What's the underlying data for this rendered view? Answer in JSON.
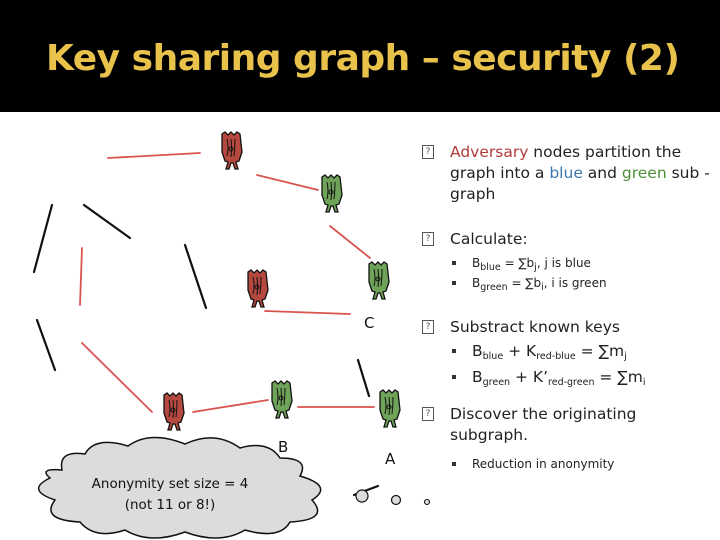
{
  "title": "Key sharing graph – security (2)",
  "colors": {
    "title": "#e8c24a",
    "adversary": "#b23a3a",
    "blue": "#3c79b0",
    "green": "#4f8f3a",
    "edge": "#d9534f"
  },
  "bullets": {
    "b1": {
      "adversary_word": "Adversary",
      "text_a": " nodes partition the graph into a ",
      "blue_word": "blue",
      "text_b": " and ",
      "green_word": "green",
      "text_c": " sub -graph"
    },
    "b2": {
      "text": "Calculate:"
    },
    "b2_1": {
      "b": "B",
      "sub": "blue",
      "rest": " = ∑b",
      "sub2": "j",
      "tail": ", j is blue"
    },
    "b2_2": {
      "b": "B",
      "sub": "green",
      "rest": " = ∑b",
      "sub2": "i",
      "tail": ", i is green"
    },
    "b3": {
      "text": "Substract known keys"
    },
    "b3_1": {
      "b": "B",
      "sub": "blue",
      "plus": " + K",
      "sub2": "red-blue",
      "rest": " = ∑m",
      "sub3": "j"
    },
    "b3_2": {
      "b": "B",
      "sub": "green",
      "plus": " + K’",
      "sub2": "red-green",
      "rest": " = ∑m",
      "sub3": "i"
    },
    "b4": {
      "text": "Discover the originating subgraph."
    },
    "b4_1": {
      "text": "Reduction in anonymity"
    }
  },
  "labels": {
    "c": "C",
    "b": "B",
    "a": "A"
  },
  "cloud": {
    "line1": "Anonymity set size = 4",
    "line2": "(not 11 or 8!)"
  }
}
